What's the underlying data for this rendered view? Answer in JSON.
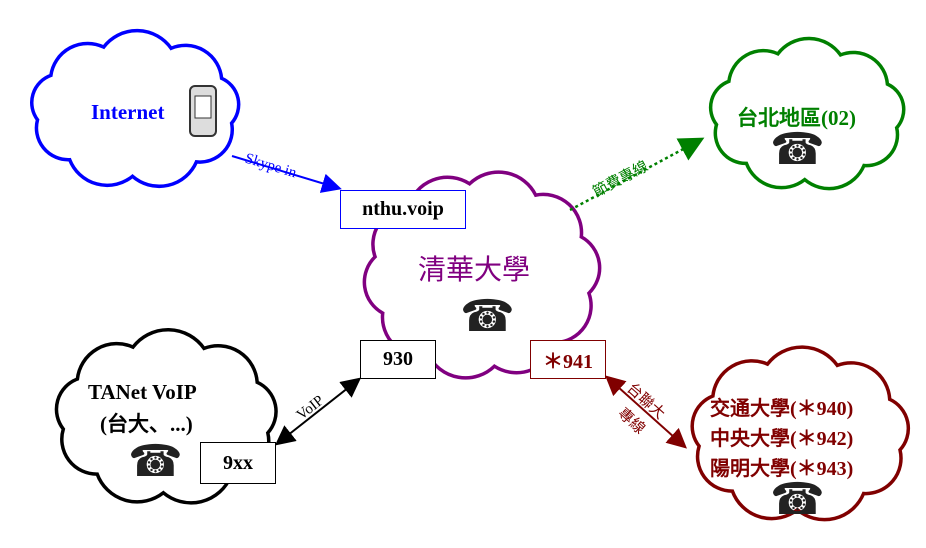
{
  "clouds": {
    "internet": {
      "label": "Internet",
      "color": "#0000ff"
    },
    "taipei": {
      "label": "台北地區(02)",
      "color": "#008000"
    },
    "nthu": {
      "label": "清華大學",
      "color": "#800080"
    },
    "tanet": {
      "line1": "TANet VoIP",
      "line2": "(台大、...)",
      "color": "#000000"
    },
    "ust": {
      "line1": "交通大學(＊940)",
      "line2": "中央大學(＊942)",
      "line3": "陽明大學(＊943)",
      "color": "#800000"
    }
  },
  "boxes": {
    "nthu_voip": "nthu.voip",
    "b930": "930",
    "b941": "＊941",
    "b9xx": "9xx"
  },
  "links": {
    "skype": "Skype in",
    "saving": "節費專線",
    "voip": "VoIP",
    "ust_line1": "台聯大",
    "ust_line2": "專線"
  },
  "icons": {
    "phone": "☎",
    "mobile": "mobile-phone-icon"
  }
}
